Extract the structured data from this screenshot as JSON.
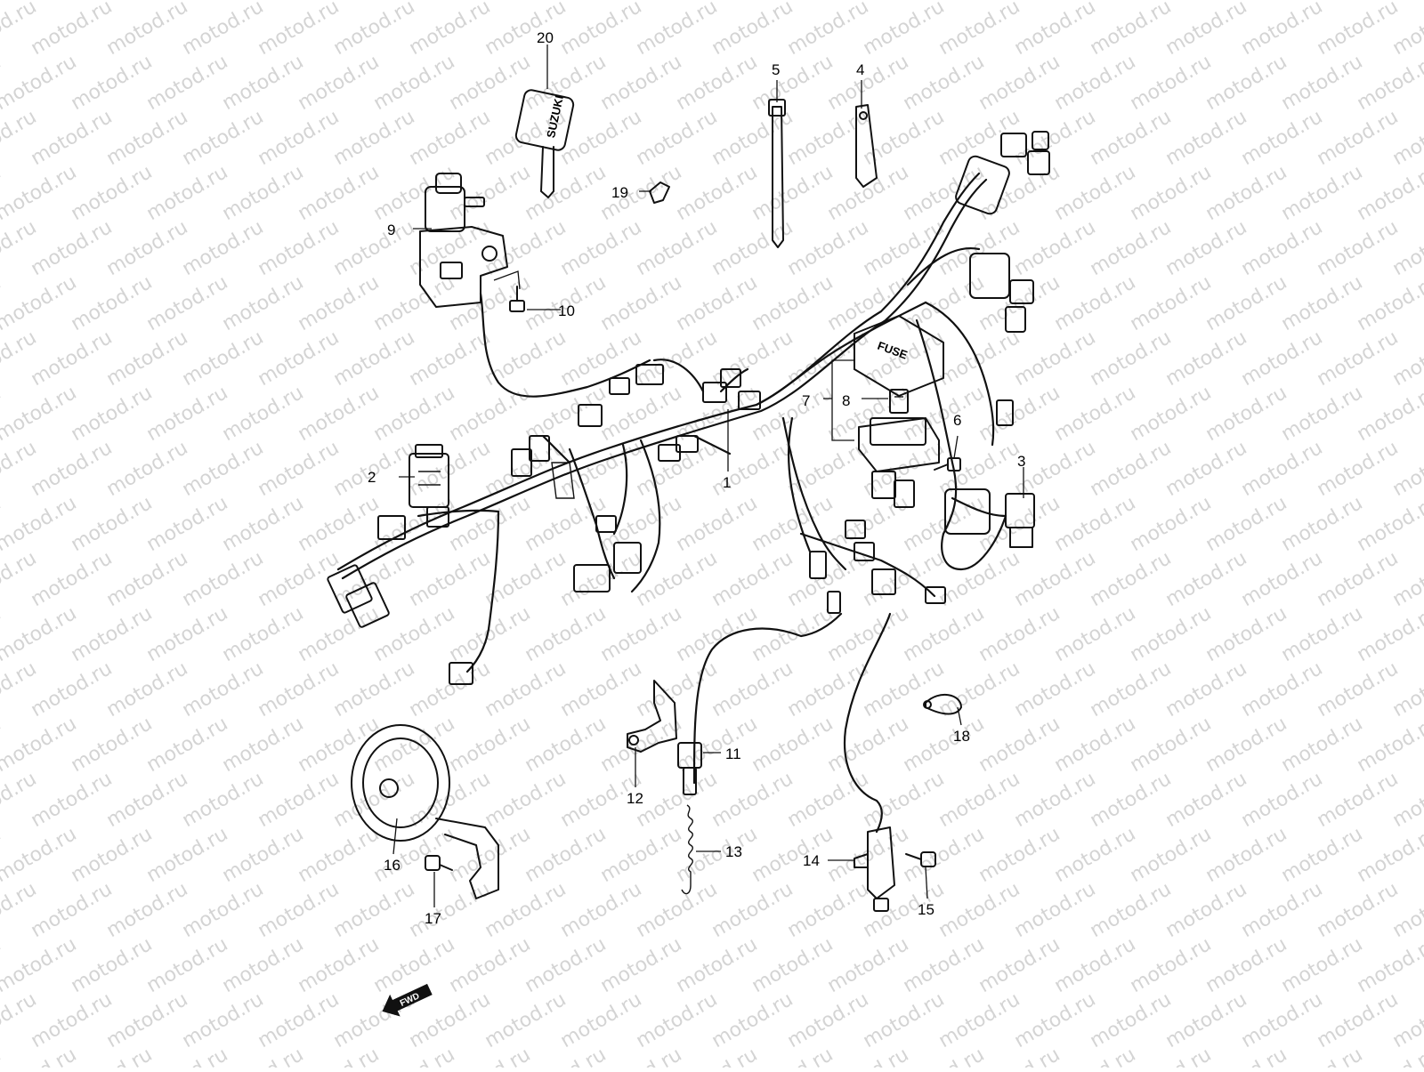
{
  "watermark": "motod.ru",
  "fuse_label": "FUSE",
  "key_brand": "SUZUKI",
  "fwd_label": "FWD",
  "callouts": [
    "1",
    "2",
    "3",
    "4",
    "5",
    "6",
    "7",
    "8",
    "9",
    "10",
    "11",
    "12",
    "13",
    "14",
    "15",
    "16",
    "17",
    "18",
    "19",
    "20"
  ]
}
